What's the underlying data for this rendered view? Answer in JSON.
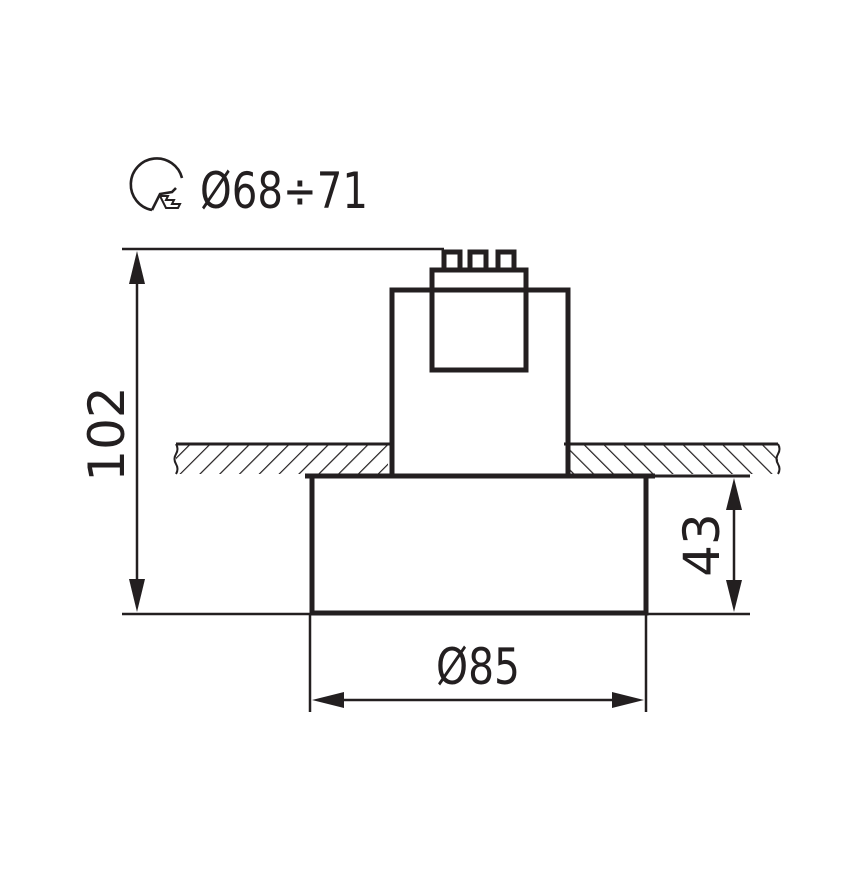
{
  "drawing": {
    "type": "technical-dimension-drawing",
    "subject": "recessed downlight fitting cross-section",
    "colors": {
      "line": "#231f20",
      "background": "#ffffff"
    },
    "cutout": {
      "icon": "cutout-saw-icon",
      "label": "Ø68÷71"
    },
    "dimensions": {
      "total_height": {
        "label": "102",
        "orientation": "vertical"
      },
      "visible_height": {
        "label": "43",
        "orientation": "vertical"
      },
      "outer_diameter": {
        "label": "Ø85",
        "orientation": "horizontal"
      }
    }
  }
}
